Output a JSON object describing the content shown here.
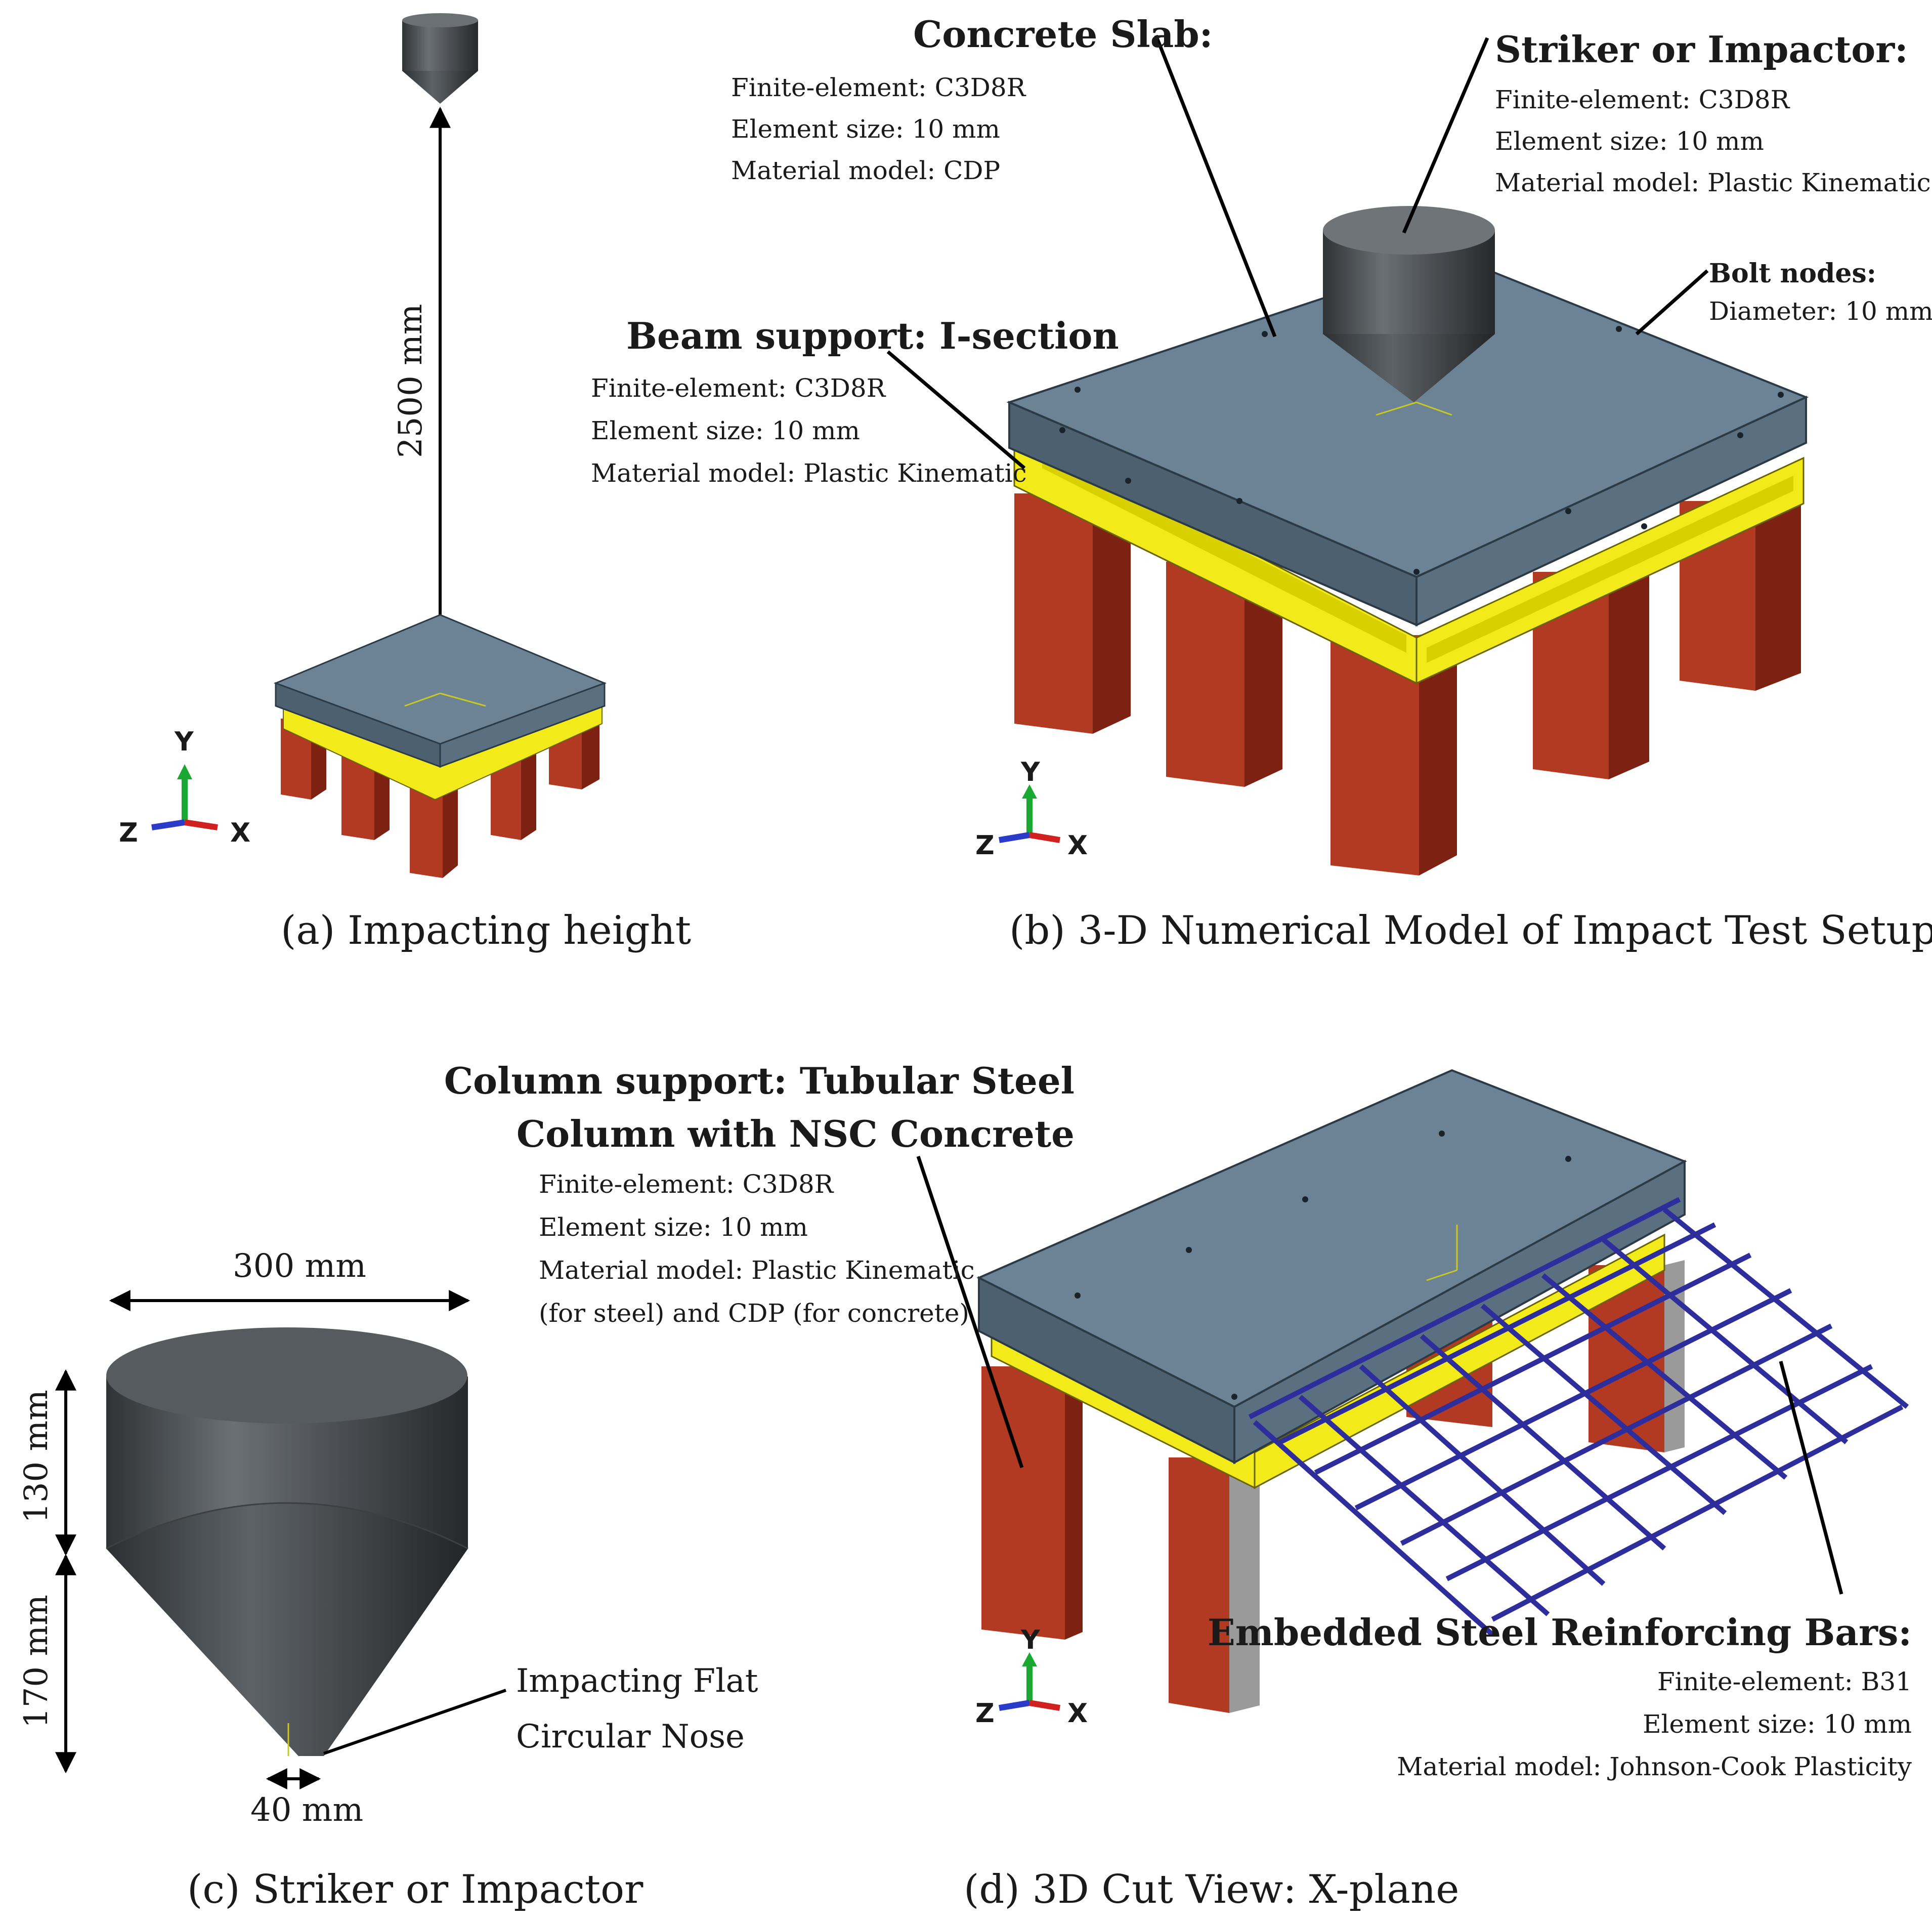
{
  "panels": {
    "a": {
      "caption": "(a) Impacting height",
      "height_dim": "2500 mm",
      "axes": {
        "y": "Y",
        "z": "Z",
        "x": "X"
      }
    },
    "b": {
      "caption": "(b) 3-D Numerical Model of Impact Test Setup",
      "slab": {
        "title": "Concrete Slab:",
        "lines": [
          "Finite-element: C3D8R",
          "Element size: 10 mm",
          "Material model: CDP"
        ]
      },
      "striker": {
        "title": "Striker or Impactor:",
        "lines": [
          "Finite-element: C3D8R",
          "Element size: 10 mm",
          "Material model: Plastic Kinematic"
        ]
      },
      "bolt": {
        "title": "Bolt nodes:",
        "lines": [
          "Diameter: 10 mm"
        ]
      },
      "beam": {
        "title": "Beam support: I-section",
        "lines": [
          "Finite-element: C3D8R",
          "Element size: 10 mm",
          "Material model: Plastic Kinematic"
        ]
      },
      "axes": {
        "y": "Y",
        "z": "Z",
        "x": "X"
      }
    },
    "c": {
      "caption": "(c) Striker or Impactor",
      "width_dim": "300 mm",
      "upper_dim": "130 mm",
      "lower_dim": "170 mm",
      "nose_dim": "40 mm",
      "nose_label": [
        "Impacting Flat",
        "Circular Nose"
      ]
    },
    "d": {
      "caption": "(d) 3D Cut View: X-plane",
      "column": {
        "title": [
          "Column support: Tubular Steel",
          "Column with NSC Concrete"
        ],
        "lines": [
          "Finite-element: C3D8R",
          "Element size: 10 mm",
          "Material model: Plastic Kinematic",
          "(for steel) and CDP (for concrete)"
        ]
      },
      "rebar": {
        "title": "Embedded Steel Reinforcing Bars:",
        "lines": [
          "Finite-element: B31",
          "Element size: 10 mm",
          "Material model: Johnson-Cook Plasticity"
        ]
      },
      "axes": {
        "y": "Y",
        "z": "Z",
        "x": "X"
      }
    }
  },
  "colors": {
    "slab_top": "#6b8394",
    "slab_side": "#4c6070",
    "beam": "#f2ea19",
    "column_front": "#b33a22",
    "column_side": "#7d2212",
    "striker": "#4a4e52",
    "rebar": "#2d2d9c",
    "axis_y": "#19a832",
    "axis_z": "#2a3ac9",
    "axis_x": "#d12020"
  }
}
